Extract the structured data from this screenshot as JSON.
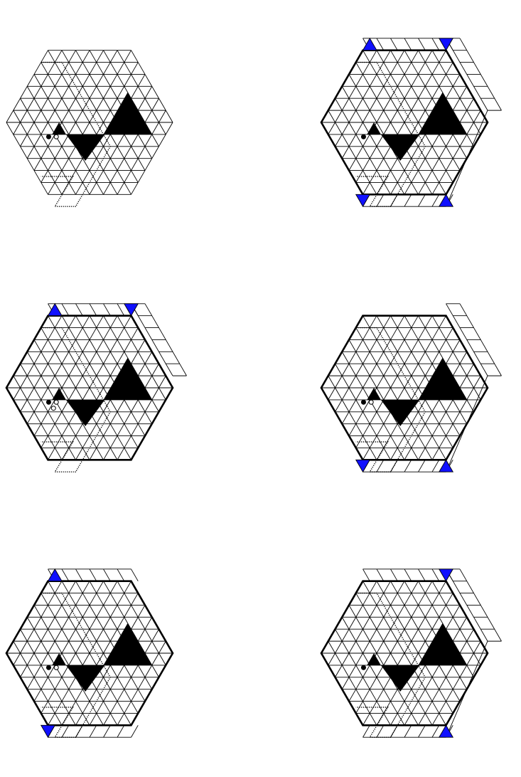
{
  "figure": {
    "panels": [
      {
        "id": "panel-1",
        "outline": false,
        "strip": "none",
        "markers": [],
        "open_dots": [
          "upper"
        ]
      },
      {
        "id": "panel-2",
        "outline": true,
        "strip": "top-right-bottom",
        "markers": [
          "top-left",
          "top-right",
          "bottom-left",
          "bottom-right"
        ],
        "open_dots": []
      },
      {
        "id": "panel-3",
        "outline": true,
        "strip": "top-right",
        "markers": [
          "top-left",
          "top-right"
        ],
        "open_dots": [
          "upper",
          "lower"
        ]
      },
      {
        "id": "panel-4",
        "outline": true,
        "strip": "right-bottom",
        "markers": [
          "bottom-left",
          "bottom-right"
        ],
        "open_dots": [
          "upper"
        ]
      },
      {
        "id": "panel-5",
        "outline": true,
        "strip": "top-bottom",
        "markers": [
          "top-left",
          "bottom-left"
        ],
        "open_dots": [
          "upper"
        ]
      },
      {
        "id": "panel-6",
        "outline": true,
        "strip": "top-right-bottom",
        "markers": [
          "top-right",
          "bottom-right"
        ],
        "open_dots": []
      }
    ],
    "colors": {
      "marker": "#1010ff",
      "line": "#000000",
      "fill": "#000000"
    }
  }
}
